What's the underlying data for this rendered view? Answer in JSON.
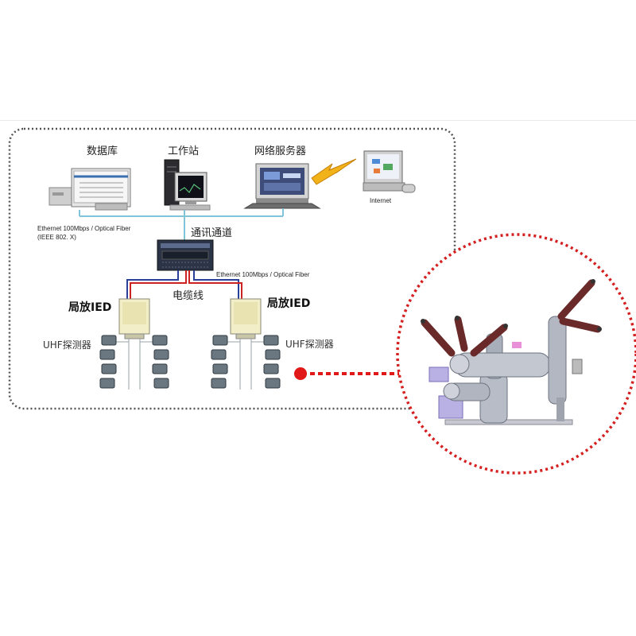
{
  "labels": {
    "database": "数据库",
    "workstation": "工作站",
    "network_server": "网络服务器",
    "internet": "Internet",
    "ethernet_top_line1": "Ethernet 100Mbps / Optical Fiber",
    "ethernet_top_line2": "(IEEE 802. X)",
    "comm_channel": "通讯通道",
    "ethernet_mid": "Ethernet 100Mbps / Optical Fiber",
    "cable": "电缆线",
    "ied_left": "局放IED",
    "ied_right": "局放IED",
    "uhf_left": "UHF探测器",
    "uhf_right": "UHF探测器"
  },
  "colors": {
    "dotted_border": "#555555",
    "zoom_circle": "#d42020",
    "arrow": "#e01818",
    "network_line": "#7fc4d8",
    "cable_red": "#cc2222",
    "cable_blue": "#2a3f9a",
    "lightning": "#f2b21a",
    "ied_box": "#f2efc8",
    "sensor": "#6a7680"
  }
}
